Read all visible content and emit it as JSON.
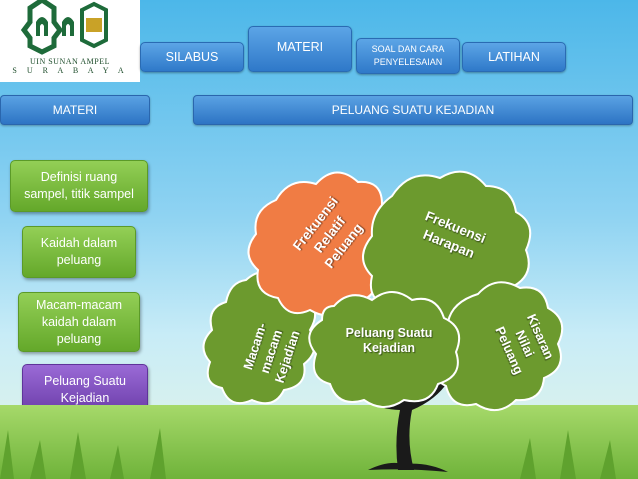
{
  "logo": {
    "line1": "UIN SUNAN AMPEL",
    "line2": "S U R A B A Y A"
  },
  "nav": {
    "silabus": "SILABUS",
    "materi": "MATERI",
    "soal_line1": "SOAL DAN CARA",
    "soal_line2": "PENYELESAIAN",
    "latihan": "LATIHAN"
  },
  "section": {
    "left_title": "MATERI",
    "main_title": "PELUANG SUATU KEJADIAN"
  },
  "sidebar": {
    "items": [
      {
        "line1": "Definisi  ruang",
        "line2": "sampel, titik sampel",
        "line3": ""
      },
      {
        "line1": "Kaidah dalam",
        "line2": "peluang",
        "line3": ""
      },
      {
        "line1": "Macam-macam",
        "line2": "kaidah dalam",
        "line3": "peluang"
      },
      {
        "line1": "Peluang Suatu",
        "line2": "Kejadian",
        "line3": ""
      }
    ]
  },
  "tree": {
    "center_line1": "Peluang Suatu",
    "center_line2": "Kejadian",
    "orange_line1": "Frekuensi",
    "orange_line2": "Relatif",
    "orange_line3": "Peluang",
    "harapan_line1": "Frekuensi",
    "harapan_line2": "Harapan",
    "macam_line1": "Macam-",
    "macam_line2": "macam",
    "macam_line3": "Kejadian",
    "kisaran_line1": "Kisaran",
    "kisaran_line2": "Nilai",
    "kisaran_line3": "Peluang"
  },
  "colors": {
    "nav_blue": "#2f79c9",
    "side_green": "#64a82a",
    "side_active_purple": "#6a3ca8",
    "crown_green": "#6c9a2e",
    "crown_orange": "#f07c44",
    "logo_green": "#1e6b3a"
  }
}
